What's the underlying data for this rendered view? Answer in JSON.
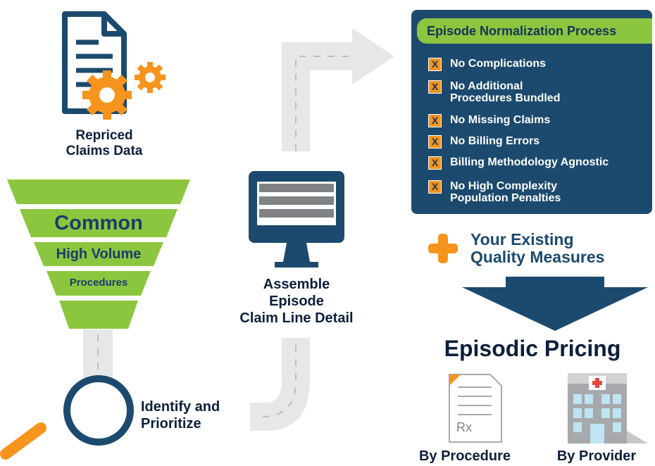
{
  "claims": {
    "line1": "Repriced",
    "line2": "Claims Data"
  },
  "funnel": {
    "tier1": "Common",
    "tier2": "High Volume",
    "tier3": "Procedures"
  },
  "identify": {
    "line1": "Identify and",
    "line2": "Prioritize"
  },
  "assemble": {
    "line1": "Assemble",
    "line2": "Episode",
    "line3": "Claim Line Detail"
  },
  "process": {
    "title": "Episode Normalization Process",
    "mark": "X",
    "items": [
      {
        "line1": "No Complications",
        "line2": ""
      },
      {
        "line1": "No Additional",
        "line2": "Procedures Bundled"
      },
      {
        "line1": "No Missing Claims",
        "line2": ""
      },
      {
        "line1": "No Billing Errors",
        "line2": ""
      },
      {
        "line1": "Billing Methodology Agnostic",
        "line2": ""
      },
      {
        "line1": "No High Complexity",
        "line2": "Population Penalties"
      }
    ]
  },
  "quality": {
    "line1": "Your Existing",
    "line2": "Quality Measures"
  },
  "result": {
    "title": "Episodic Pricing",
    "by_procedure": "By Procedure",
    "by_provider": "By Provider",
    "rx": "Rx"
  },
  "colors": {
    "navy": "#1c4a6e",
    "green": "#8cc63f",
    "orange": "#f7941d",
    "road": "#e6e7e8",
    "dark_text": "#0c1f3b"
  }
}
